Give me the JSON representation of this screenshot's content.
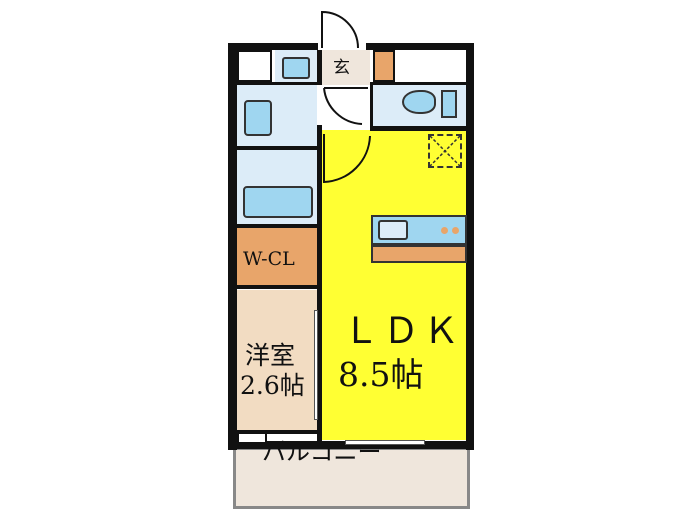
{
  "rooms": {
    "ldk": {
      "name": "ＬＤＫ",
      "size": "8.5帖",
      "color": "#ffff33"
    },
    "western": {
      "name": "洋室",
      "size": "2.6帖",
      "color": "#f2dcc2"
    },
    "wcl": {
      "name": "W-CL",
      "color": "#e8a56a"
    },
    "balcony": {
      "name": "バルコニー",
      "color": "#efe6dc"
    },
    "entrance": {
      "name": "玄"
    },
    "wet_area_color": "#dcecf8",
    "fixture_color": "#9fd6f0",
    "accent_orange": "#e8a56a"
  }
}
